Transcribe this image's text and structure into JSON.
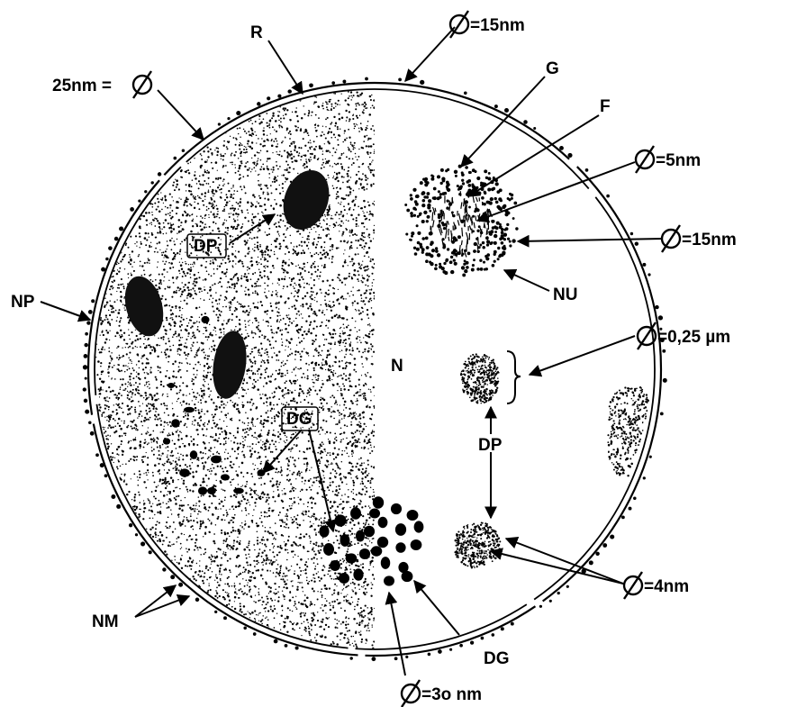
{
  "labels": {
    "R": "R",
    "diam_15nm_top": "=15nm",
    "diam_25nm": "25nm =",
    "G": "G",
    "F": "F",
    "diam_5nm": "=5nm",
    "diam_15nm_right": "=15nm",
    "DP_left": "DP",
    "NP": "NP",
    "NU": "NU",
    "diam_025um": "=0,25 µm",
    "N": "N",
    "DG_left": "DG",
    "DP_right": "DP",
    "diam_4nm": "=4nm",
    "NM": "NM",
    "DG_bottom": "DG",
    "diam_30nm": "=3o nm"
  },
  "icons": {
    "diameter_symbol": "diameter-icon"
  },
  "colors": {
    "ink": "#000000",
    "paper": "#ffffff"
  }
}
